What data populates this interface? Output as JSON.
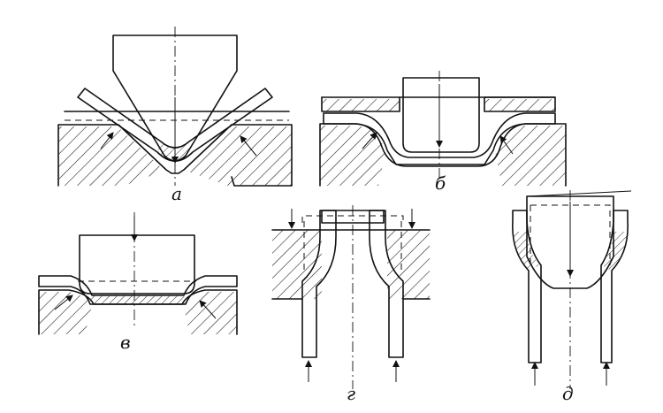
{
  "labels": {
    "a": "а",
    "b": "б",
    "v": "в",
    "g": "г",
    "d": "д"
  },
  "colors": {
    "ink": "#111111",
    "paper": "#ffffff"
  }
}
